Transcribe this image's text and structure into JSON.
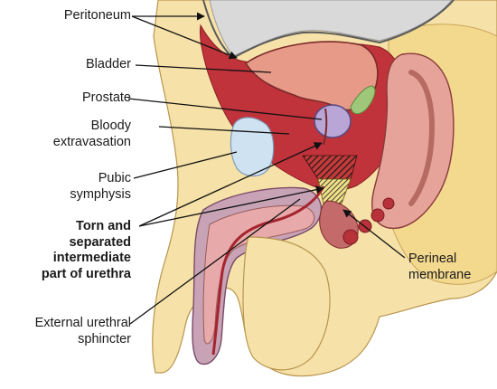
{
  "labels": {
    "peritoneum": "Peritoneum",
    "bladder": "Bladder",
    "prostate": "Prostate",
    "bloody_1": "Bloody",
    "bloody_2": "extravasation",
    "pubic_1": "Pubic",
    "pubic_2": "symphysis",
    "torn_1": "Torn and",
    "torn_2": "separated",
    "torn_3": "intermediate",
    "torn_4": "part of urethra",
    "ext_1": "External urethral",
    "ext_2": "sphincter",
    "perineal_1": "Perineal",
    "perineal_2": "membrane"
  },
  "colors": {
    "skin": "#f6e2a8",
    "fat_yellow": "#f3d98e",
    "peritoneum_gray": "#d9d9d9",
    "blood_red": "#b8323a",
    "bladder_pink": "#e89a88",
    "muscle_pink": "#e6a39a",
    "penis_mauve": "#c7a3b5",
    "prostate_lilac": "#b9a6d6",
    "pubic_blue": "#cfe2f1",
    "seminal_green": "#9fc77a",
    "hatch": "#1a1a1a",
    "leader": "#111111"
  }
}
